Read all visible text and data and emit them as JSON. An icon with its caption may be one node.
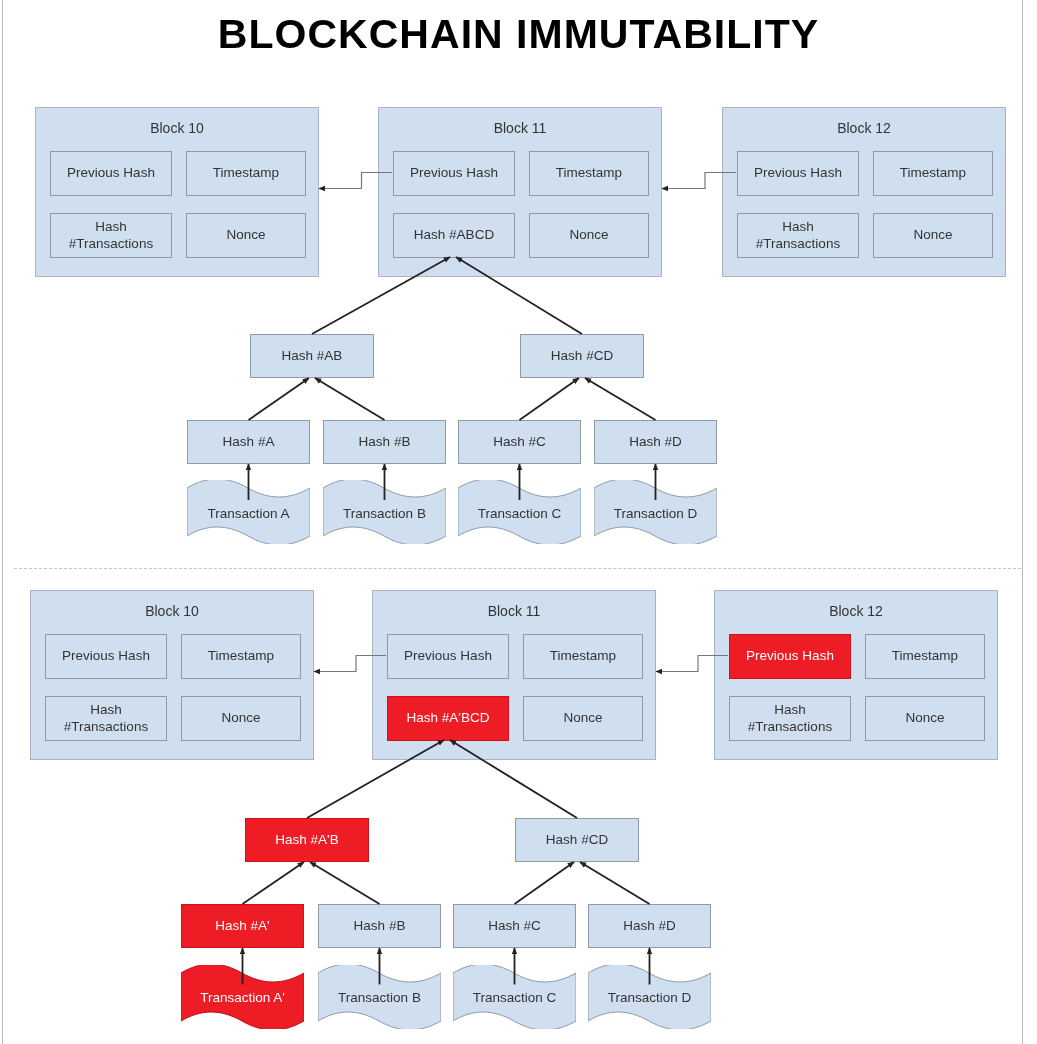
{
  "diagram": {
    "title": "BLOCKCHAIN IMMUTABILITY",
    "nodes": [
      {
        "text": [
          "Block 10"
        ]
      },
      {
        "text": [
          "Previous Hash"
        ],
        "in": 0
      },
      {
        "text": [
          "Timestamp"
        ],
        "in": 0
      },
      {
        "text": [
          "Hash #Transactions"
        ],
        "in": 0
      },
      {
        "text": [
          "Nonce"
        ],
        "in": 0
      },
      {
        "text": [
          "Block 11"
        ]
      },
      {
        "text": [
          "Previous Hash"
        ],
        "in": 5
      },
      {
        "text": [
          "Timestamp"
        ],
        "in": 5
      },
      {
        "text": [
          "Hash #ABCD"
        ],
        "in": 5
      },
      {
        "text": [
          "Nonce"
        ],
        "in": 5
      },
      {
        "text": [
          "Block 12"
        ]
      },
      {
        "text": [
          "Previous Hash"
        ],
        "in": 10
      },
      {
        "text": [
          "Timestamp"
        ],
        "in": 10
      },
      {
        "text": [
          "Hash #Transactions"
        ],
        "in": 10
      },
      {
        "text": [
          "Nonce"
        ],
        "in": 10
      },
      {
        "text": [
          "Hash #AB"
        ]
      },
      {
        "text": [
          "Hash #CD"
        ]
      },
      {
        "text": [
          "Hash #A"
        ]
      },
      {
        "text": [
          "Hash #B"
        ]
      },
      {
        "text": [
          "Hash #C"
        ]
      },
      {
        "text": [
          "Hash #D"
        ]
      },
      {
        "text": [
          "Transaction A"
        ]
      },
      {
        "text": [
          "Transaction B"
        ]
      },
      {
        "text": [
          "Transaction C"
        ]
      },
      {
        "text": [
          "Transaction D"
        ]
      },
      {
        "text": [
          "Block 10"
        ]
      },
      {
        "text": [
          "Previous Hash"
        ],
        "in": 25
      },
      {
        "text": [
          "Timestamp"
        ],
        "in": 25
      },
      {
        "text": [
          "Hash #Transactions"
        ],
        "in": 25
      },
      {
        "text": [
          "Nonce"
        ],
        "in": 25
      },
      {
        "text": [
          "Block 11"
        ]
      },
      {
        "text": [
          "Previous Hash"
        ],
        "in": 30
      },
      {
        "text": [
          "Timestamp"
        ],
        "in": 30
      },
      {
        "text": [
          "Hash #A'BCD"
        ],
        "in": 30
      },
      {
        "text": [
          "Nonce"
        ],
        "in": 30
      },
      {
        "text": [
          "Block 12"
        ]
      },
      {
        "text": [
          "Previous Hash"
        ],
        "in": 35
      },
      {
        "text": [
          "Timestamp"
        ],
        "in": 35
      },
      {
        "text": [
          "Hash #Transactions"
        ],
        "in": 35
      },
      {
        "text": [
          "Nonce"
        ],
        "in": 35
      },
      {
        "text": [
          "Hash #A'B"
        ]
      },
      {
        "text": [
          "Hash #CD"
        ]
      },
      {
        "text": [
          "Hash #A'"
        ]
      },
      {
        "text": [
          "Hash #B"
        ]
      },
      {
        "text": [
          "Hash #C"
        ]
      },
      {
        "text": [
          "Hash #D"
        ]
      },
      {
        "text": [
          "Transaction A'"
        ]
      },
      {
        "text": [
          "Transaction B"
        ]
      },
      {
        "text": [
          "Transaction C"
        ]
      },
      {
        "text": [
          "Transaction D"
        ]
      }
    ],
    "edges": [
      {
        "from": 6,
        "to": 0,
        "arrow": "to"
      },
      {
        "from": 11,
        "to": 5,
        "arrow": "to"
      },
      {
        "from": 15,
        "to": 8,
        "arrow": "to"
      },
      {
        "from": 16,
        "to": 8,
        "arrow": "to"
      },
      {
        "from": 17,
        "to": 15,
        "arrow": "to"
      },
      {
        "from": 18,
        "to": 15,
        "arrow": "to"
      },
      {
        "from": 19,
        "to": 16,
        "arrow": "to"
      },
      {
        "from": 20,
        "to": 16,
        "arrow": "to"
      },
      {
        "from": 21,
        "to": 17,
        "arrow": "to"
      },
      {
        "from": 22,
        "to": 18,
        "arrow": "to"
      },
      {
        "from": 23,
        "to": 19,
        "arrow": "to"
      },
      {
        "from": 24,
        "to": 20,
        "arrow": "to"
      },
      {
        "from": 31,
        "to": 25,
        "arrow": "to"
      },
      {
        "from": 36,
        "to": 30,
        "arrow": "to"
      },
      {
        "from": 40,
        "to": 33,
        "arrow": "to"
      },
      {
        "from": 41,
        "to": 33,
        "arrow": "to"
      },
      {
        "from": 42,
        "to": 40,
        "arrow": "to"
      },
      {
        "from": 43,
        "to": 40,
        "arrow": "to"
      },
      {
        "from": 44,
        "to": 41,
        "arrow": "to"
      },
      {
        "from": 45,
        "to": 41,
        "arrow": "to"
      },
      {
        "from": 46,
        "to": 42,
        "arrow": "to"
      },
      {
        "from": 47,
        "to": 43,
        "arrow": "to"
      },
      {
        "from": 48,
        "to": 44,
        "arrow": "to"
      },
      {
        "from": 49,
        "to": 45,
        "arrow": "to"
      }
    ]
  }
}
